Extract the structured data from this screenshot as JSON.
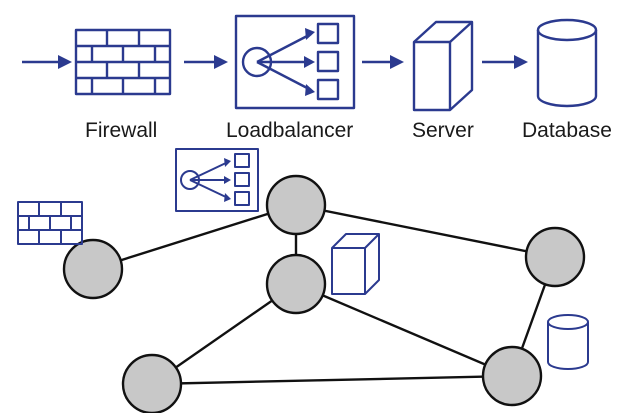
{
  "pipeline": {
    "labels": {
      "firewall": "Firewall",
      "loadbalancer": "Loadbalancer",
      "server": "Server",
      "database": "Database"
    }
  },
  "colors": {
    "icon_stroke": "#2b3a8f",
    "node_fill": "#c8c8c8",
    "edge": "#111111",
    "label_text": "#1a1a1a"
  },
  "icons": [
    "firewall-icon",
    "loadbalancer-icon",
    "server-icon",
    "database-icon"
  ],
  "network": {
    "nodes": [
      "node-a",
      "node-b",
      "node-c",
      "node-d",
      "node-e",
      "node-f"
    ],
    "edges": [
      [
        "node-a",
        "node-b"
      ],
      [
        "node-b",
        "node-c"
      ],
      [
        "node-b",
        "node-d"
      ],
      [
        "node-c",
        "node-f"
      ],
      [
        "node-c",
        "node-e"
      ],
      [
        "node-e",
        "node-f"
      ],
      [
        "node-d",
        "node-f"
      ]
    ],
    "attachments": {
      "node-a": "firewall-icon",
      "node-b": "loadbalancer-icon",
      "node-c": "server-icon",
      "node-f": "database-icon"
    }
  }
}
